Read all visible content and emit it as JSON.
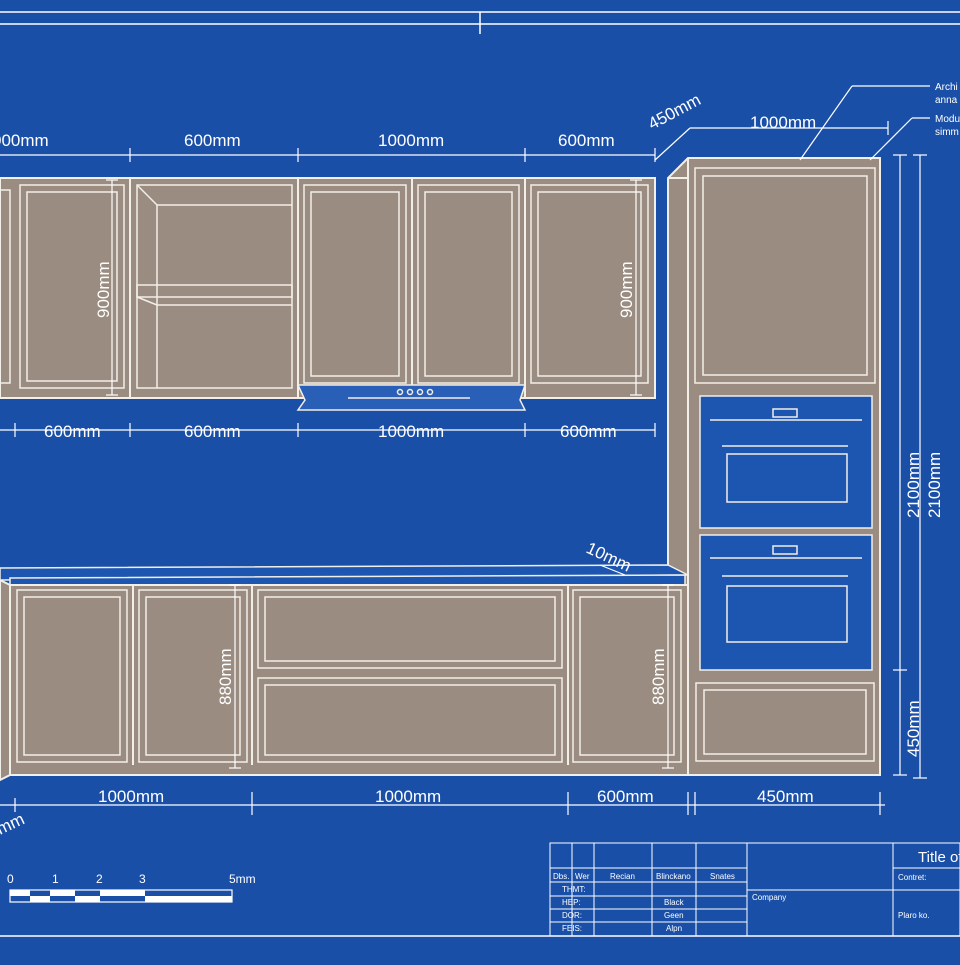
{
  "upper_run": {
    "top_dims": [
      "000mm",
      "600mm",
      "1000mm",
      "600mm"
    ],
    "bottom_dims": [
      "600mm",
      "600mm",
      "1000mm",
      "600mm"
    ],
    "height_left": "900mm",
    "height_right": "900mm",
    "angled_dim": "450mm"
  },
  "tall_unit": {
    "width_dim": "1000mm",
    "height_dim_1": "2100mm",
    "height_dim_2": "2100mm",
    "drawer_height": "450mm"
  },
  "annotations": {
    "note_1_line_1": "Archi",
    "note_1_line_2": "anna",
    "note_2_line_1": "Modu",
    "note_2_line_2": "simm"
  },
  "lower_run": {
    "counter_thickness": "10mm",
    "height_left": "880mm",
    "height_right": "880mm",
    "bottom_dims": [
      "1000mm",
      "1000mm",
      "600mm",
      "450mm"
    ],
    "corner_dim": "mm"
  },
  "scale_bar": {
    "labels": [
      "0",
      "1",
      "2",
      "3",
      "5mm"
    ]
  },
  "title_block": {
    "title": "Title of",
    "contact_label": "Contret:",
    "company_label": "Company",
    "plan_label": "Plaro ko.",
    "table_headers": [
      "Dbs.",
      "Wer",
      "Recian",
      "Blinckano",
      "Snates"
    ],
    "table_rows": [
      [
        "THMT:",
        "",
        "",
        ""
      ],
      [
        "HEP:",
        "",
        "Black",
        ""
      ],
      [
        "DOR:",
        "",
        "Geen",
        ""
      ],
      [
        "FEIS:",
        "",
        "Alpn",
        ""
      ]
    ]
  }
}
